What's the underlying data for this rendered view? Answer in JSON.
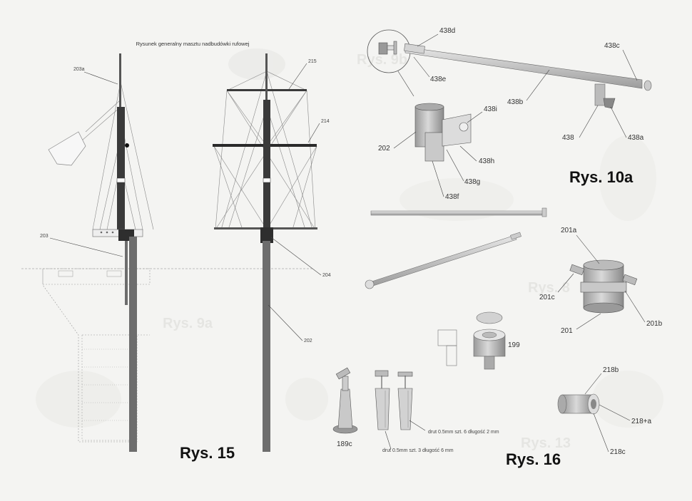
{
  "title": "Rysunek generalny masztu nadbudówki rufowej",
  "figures": {
    "fig15": "Rys. 15",
    "fig16": "Rys. 16",
    "fig10a": "Rys. 10a"
  },
  "labels": {
    "l203a": "203a",
    "l203": "203",
    "l215": "215",
    "l214": "214",
    "l204": "204",
    "l202_mast": "202",
    "l438d": "438d",
    "l438e": "438e",
    "l438c": "438c",
    "l438b": "438b",
    "l438i": "438i",
    "l202": "202",
    "l438h": "438h",
    "l438g": "438g",
    "l438f": "438f",
    "l438": "438",
    "l438a": "438a",
    "l201a": "201a",
    "l201c": "201c",
    "l201": "201",
    "l201b": "201b",
    "l199": "199",
    "l218b": "218b",
    "l218a": "218+a",
    "l218c": "218c",
    "l189c": "189c"
  },
  "notes": {
    "wire1": "drut 0.5mm szt. 6 długość 2 mm",
    "wire2": "drut 0.5mm szt. 3 długość 6 mm"
  },
  "colors": {
    "mast_dark": "#3a3a3a",
    "mast_grey": "#6d6d6d",
    "part_grey": "#b5b5b5",
    "paper": "#f4f4f2"
  }
}
